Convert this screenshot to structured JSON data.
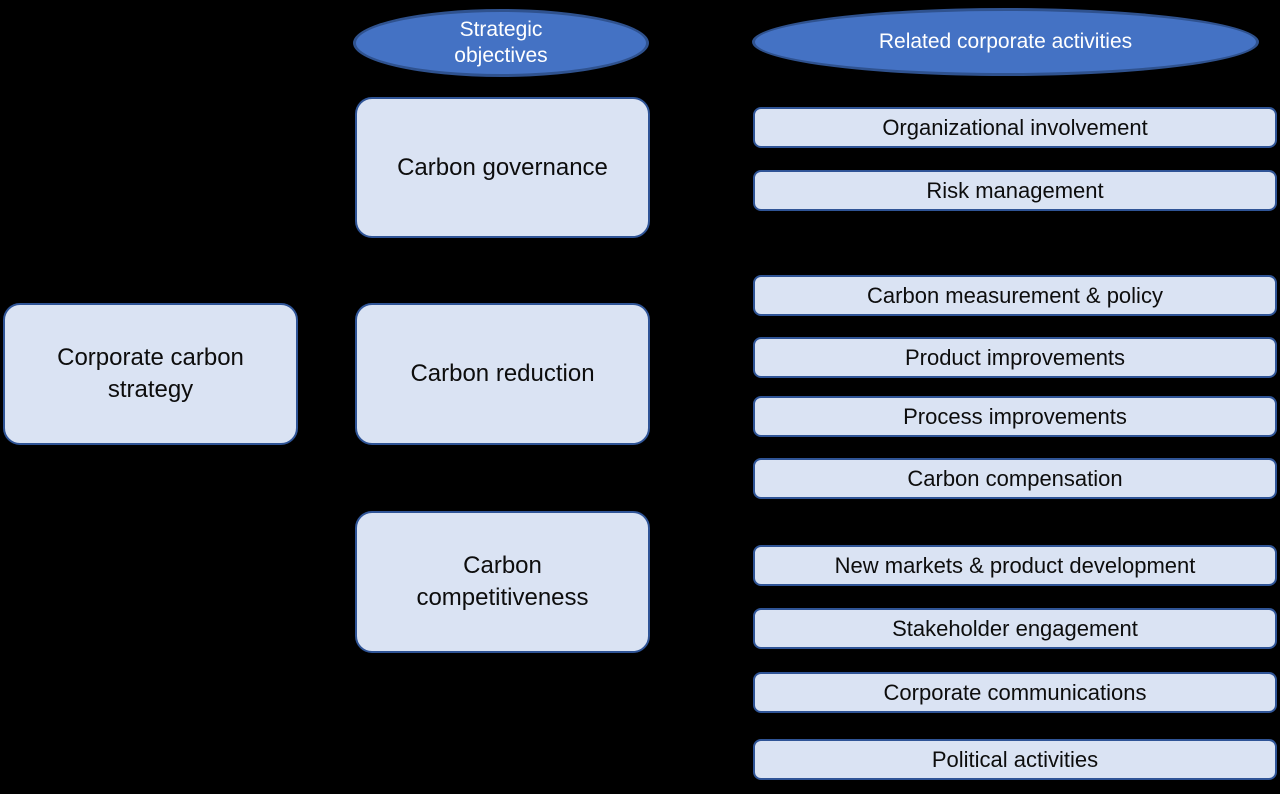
{
  "colors": {
    "background": "#000000",
    "ellipse_fill": "#4472C4",
    "ellipse_border": "#2F528F",
    "ellipse_text": "#FFFFFF",
    "box_fill": "#DAE3F3",
    "box_border": "#2F5496",
    "box_text": "#0D0D0D"
  },
  "diagram": {
    "root": {
      "label": "Corporate carbon strategy"
    },
    "column_headers": [
      {
        "label": "Strategic objectives"
      },
      {
        "label": "Related corporate activities"
      }
    ],
    "objectives": [
      {
        "label": "Carbon governance",
        "activities": [
          "Organizational involvement",
          "Risk management"
        ]
      },
      {
        "label": "Carbon reduction",
        "activities": [
          "Carbon measurement & policy",
          "Product improvements",
          "Process improvements",
          "Carbon compensation"
        ]
      },
      {
        "label": "Carbon competitiveness",
        "activities": [
          "New markets & product development",
          "Stakeholder engagement",
          "Corporate communications",
          "Political activities"
        ]
      }
    ]
  }
}
